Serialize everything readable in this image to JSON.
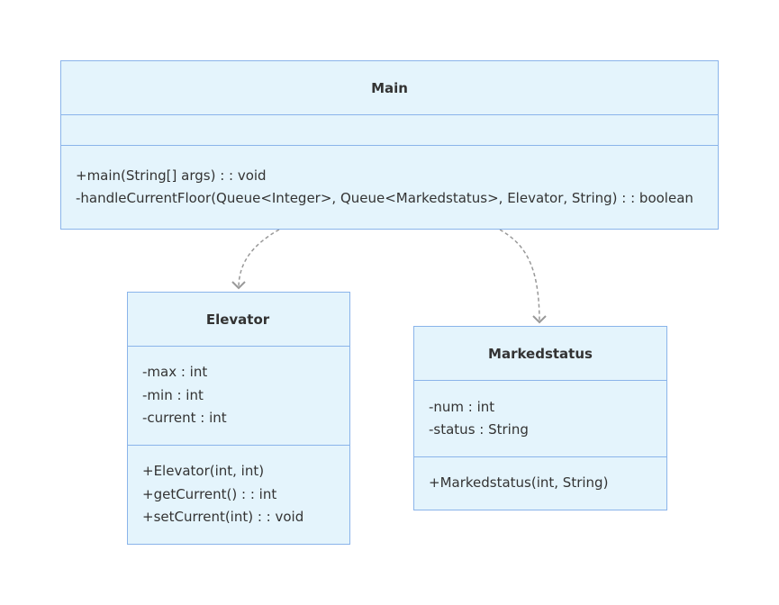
{
  "diagram": {
    "classes": {
      "main": {
        "name": "Main",
        "attributes": [],
        "operations": [
          "+main(String[] args) : : void",
          "-handleCurrentFloor(Queue<Integer>, Queue<Markedstatus>, Elevator, String) : : boolean"
        ]
      },
      "elevator": {
        "name": "Elevator",
        "attributes": [
          "-max : int",
          "-min : int",
          "-current : int"
        ],
        "operations": [
          "+Elevator(int, int)",
          "+getCurrent() : : int",
          "+setCurrent(int) : : void"
        ]
      },
      "markedstatus": {
        "name": "Markedstatus",
        "attributes": [
          "-num : int",
          "-status : String"
        ],
        "operations": [
          "+Markedstatus(int, String)"
        ]
      }
    },
    "relationships": [
      {
        "from": "Main",
        "to": "Elevator",
        "type": "dependency"
      },
      {
        "from": "Main",
        "to": "Markedstatus",
        "type": "dependency"
      }
    ],
    "colors": {
      "class_fill": "#e4f4fc",
      "class_border": "#8ab4ea",
      "text": "#333333",
      "edge": "#999999"
    }
  }
}
